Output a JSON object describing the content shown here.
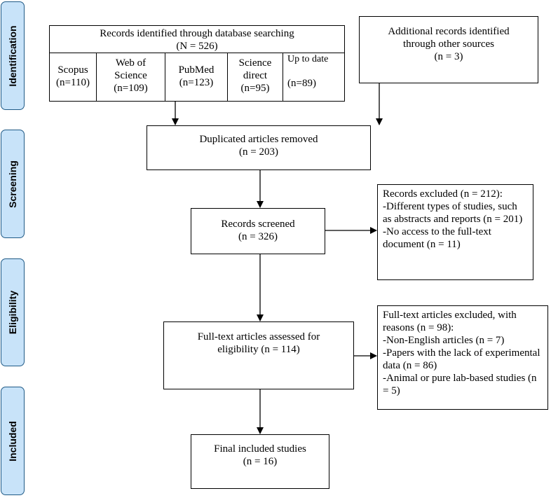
{
  "stages": [
    "Identification",
    "Screening",
    "Eligibility",
    "Included"
  ],
  "database": {
    "title": "Records identified through database searching",
    "total": "(N = 526)",
    "sources": [
      {
        "name": "Scopus",
        "count": "(n=110)"
      },
      {
        "name": "Web of Science",
        "count": "(n=109)"
      },
      {
        "name": "PubMed",
        "count": "(n=123)"
      },
      {
        "name": "Science direct",
        "count": "(n=95)"
      },
      {
        "name": "Up to date",
        "count": "(n=89)"
      }
    ]
  },
  "other_sources": {
    "title": "Additional records identified through other sources",
    "count": "(n = 3)"
  },
  "duplicates": {
    "title": "Duplicated articles removed",
    "count": "(n = 203)"
  },
  "screened": {
    "title": "Records screened",
    "count": "(n = 326)"
  },
  "excluded_records": {
    "heading": "Records excluded (n = 212):",
    "reasons": [
      "-Different types of studies, such as abstracts and reports (n = 201)",
      "-No access to the full-text document (n = 11)"
    ]
  },
  "fulltext": {
    "title": "Full-text articles assessed for eligibility (n = 114)"
  },
  "excluded_fulltext": {
    "heading": "Full-text articles excluded, with reasons (n = 98):",
    "reasons": [
      "-Non-English articles (n = 7)",
      "-Papers with the lack of experimental data (n = 86)",
      "-Animal or pure lab-based studies (n = 5)"
    ]
  },
  "final": {
    "title": "Final included studies",
    "count": "(n = 16)"
  }
}
